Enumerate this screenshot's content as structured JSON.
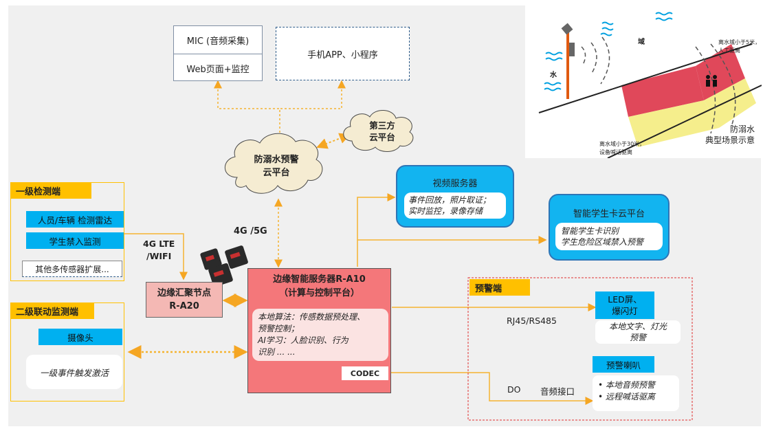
{
  "top": {
    "mic": "MIC (音频采集)",
    "web": "Web页面+监控",
    "app": "手机APP、小程序"
  },
  "clouds": {
    "third_party": [
      "第三方",
      "云平台"
    ],
    "warning_cloud": [
      "防溺水预警",
      "云平台"
    ]
  },
  "net_4g5g": "4G /5G",
  "scene": {
    "water_left": "水",
    "water_top": "域",
    "note_top": [
      "离水域小于5米，",
      "人工驱离"
    ],
    "note_bottom": [
      "离水域小于30米，",
      "设备喊话驱离"
    ],
    "caption": [
      "防溺水",
      "典型场景示意"
    ]
  },
  "video_server": {
    "title": "视频服务器",
    "body": [
      "事件回放，照片取证；",
      "实时监控，录像存储"
    ]
  },
  "student_card": {
    "title": "智能学生卡云平台",
    "body": [
      "智能学生卡识别",
      "学生危险区域禁入预警"
    ]
  },
  "level1": {
    "title": "一级检测端",
    "items": [
      "人员/车辆 检测雷达",
      "学生禁入监测"
    ],
    "more": "其他多传感器扩展..."
  },
  "lte": [
    "4G LTE",
    "/WIFI"
  ],
  "edge_node": [
    "边缘汇聚节点",
    "R-A20"
  ],
  "edge_server": {
    "title": [
      "边缘智能服务器R-A10",
      "（计算与控制平台）"
    ],
    "body": [
      "本地算法：传感数据预处理、",
      "预警控制；",
      " AI学习：人脸识别、行为",
      "识别 ... ..."
    ],
    "codec": "CODEC"
  },
  "level2": {
    "title": "二级联动监测端",
    "camera": "摄像头",
    "activate": "一级事件触发激活"
  },
  "warning": {
    "title": "预警端",
    "rj45": "RJ45/RS485",
    "led": [
      "LED屏、",
      "爆闪灯"
    ],
    "led_desc": [
      "本地文字、灯光",
      "预警"
    ],
    "do": "DO",
    "audio_port": "音频接口",
    "horn": "预警喇叭",
    "horn_items": [
      "本地音频预警",
      "远程喊话驱离"
    ]
  },
  "colors": {
    "cyan": "#00b0f0",
    "yellow": "#ffc000",
    "server_red": "#f4777a",
    "node_pink": "#f4b8b4",
    "danger_red": "#e0485a",
    "caution_yellow": "#f5ee8c"
  }
}
